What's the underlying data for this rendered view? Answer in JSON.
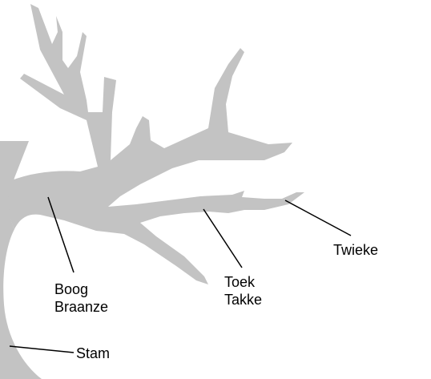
{
  "labels": {
    "boog": [
      "Boog",
      "Braanze"
    ],
    "toek": [
      "Toek",
      "Takke"
    ],
    "twieke": "Twieke",
    "stam": "Stam"
  },
  "colors": {
    "tree": "#c3c3c3",
    "lines": "#000000",
    "background": "#ffffff"
  }
}
